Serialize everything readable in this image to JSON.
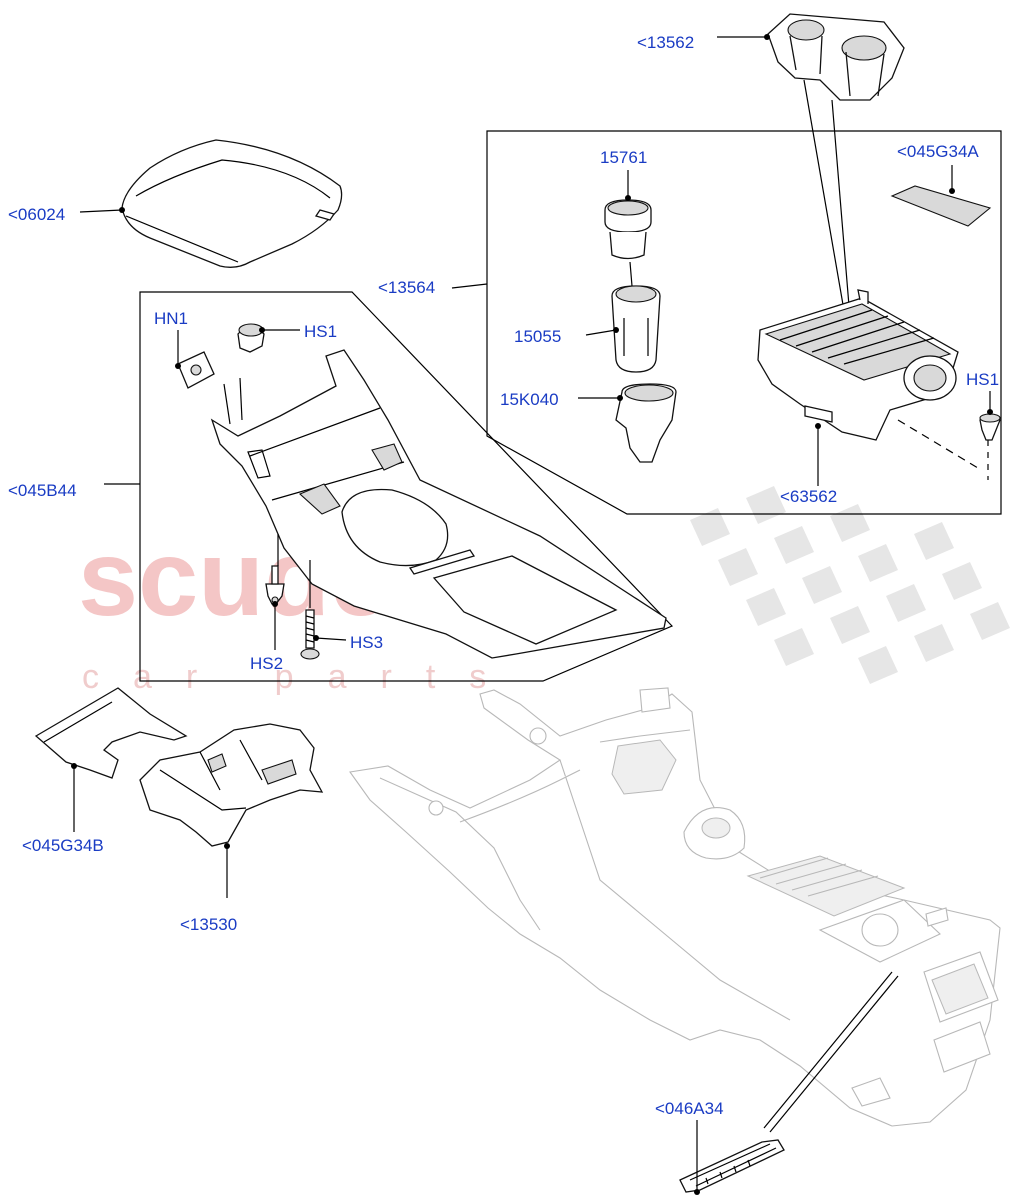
{
  "watermark": {
    "brand": "scuderia",
    "tagline": "car parts",
    "color": "#f4c6c6"
  },
  "label_color": "#1a3cc4",
  "callouts": [
    {
      "id": "13562",
      "text": "<13562"
    },
    {
      "id": "045G34A",
      "text": "<045G34A"
    },
    {
      "id": "15761",
      "text": "15761"
    },
    {
      "id": "06024",
      "text": "<06024"
    },
    {
      "id": "13564",
      "text": "<13564"
    },
    {
      "id": "15055",
      "text": "15055"
    },
    {
      "id": "HN1",
      "text": "HN1"
    },
    {
      "id": "HS1a",
      "text": "HS1"
    },
    {
      "id": "HS1b",
      "text": "HS1"
    },
    {
      "id": "15K040",
      "text": "15K040"
    },
    {
      "id": "63562",
      "text": "<63562"
    },
    {
      "id": "045B44",
      "text": "<045B44"
    },
    {
      "id": "HS3",
      "text": "HS3"
    },
    {
      "id": "HS2",
      "text": "HS2"
    },
    {
      "id": "045G34B",
      "text": "<045G34B"
    },
    {
      "id": "13530",
      "text": "<13530"
    },
    {
      "id": "046A34",
      "text": "<046A34"
    }
  ]
}
